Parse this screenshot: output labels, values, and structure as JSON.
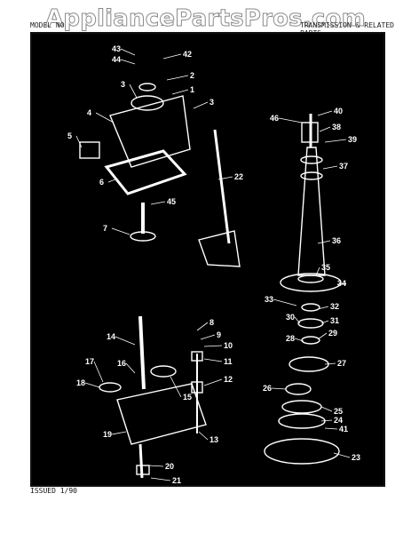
{
  "watermark": "AppliancePartsPros.com",
  "header": {
    "left": "MODEL NO",
    "mid": "-",
    "right": "TRANSMISSION & RELATED PARTS"
  },
  "footer": {
    "issued": "ISSUED 1/90"
  },
  "callouts": [
    "1",
    "2",
    "3",
    "3",
    "4",
    "5",
    "6",
    "7",
    "8",
    "9",
    "10",
    "11",
    "12",
    "13",
    "14",
    "15",
    "16",
    "17",
    "18",
    "19",
    "20",
    "21",
    "22",
    "23",
    "24",
    "25",
    "26",
    "27",
    "28",
    "29",
    "30",
    "31",
    "32",
    "33",
    "34",
    "35",
    "36",
    "37",
    "38",
    "39",
    "40",
    "41",
    "42",
    "43",
    "44",
    "45",
    "46"
  ],
  "colors": {
    "line": "#ffffff",
    "background": "#000000",
    "callout": "#ffffff"
  }
}
